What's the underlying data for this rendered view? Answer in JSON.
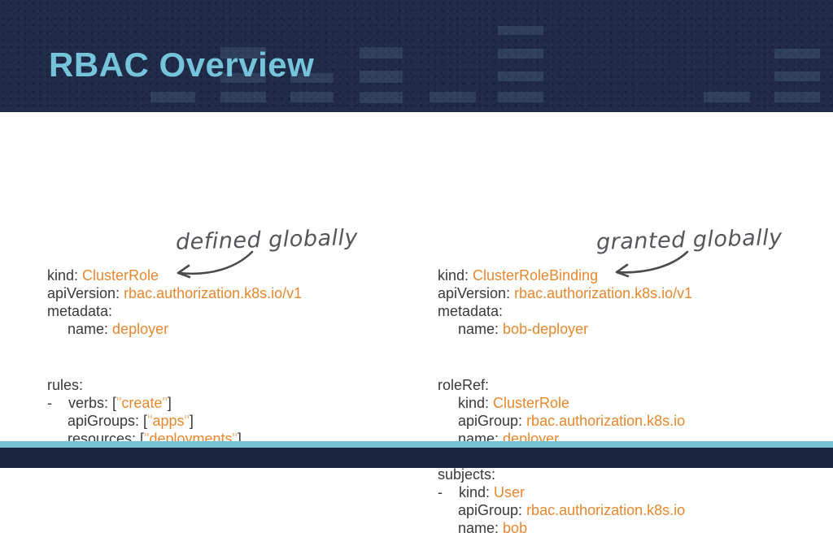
{
  "slide_title": "RBAC Overview",
  "annotations": {
    "left": {
      "label": "defined globally"
    },
    "right": {
      "label": "granted globally"
    }
  },
  "colors": {
    "accent": "#76c4d9",
    "key_text": "#3a3a3c",
    "value_text": "#e8872e",
    "quote_text": "#f2b47c",
    "annotation_text": "#55565a",
    "header_bg": "#1f2b48",
    "footer_bg": "#1b2740",
    "footer_bar": "#79c3d6"
  },
  "code": {
    "left": {
      "blocks": [
        [
          [
            {
              "t": "kind: ",
              "c": "k"
            },
            {
              "t": "ClusterRole",
              "c": "v"
            }
          ],
          [
            {
              "t": "apiVersion: ",
              "c": "k"
            },
            {
              "t": "rbac.authorization.k8s.io/v1",
              "c": "v"
            }
          ],
          [
            {
              "t": "metadata:",
              "c": "k"
            }
          ],
          [
            {
              "t": "     name: ",
              "c": "k"
            },
            {
              "t": "deployer",
              "c": "v"
            }
          ]
        ],
        [
          [
            {
              "t": "rules:",
              "c": "k"
            }
          ],
          [
            {
              "t": "-    verbs: [",
              "c": "k"
            },
            {
              "t": "\"",
              "c": "q"
            },
            {
              "t": "create",
              "c": "v"
            },
            {
              "t": "\"",
              "c": "q"
            },
            {
              "t": "]",
              "c": "k"
            }
          ],
          [
            {
              "t": "     apiGroups: [",
              "c": "k"
            },
            {
              "t": "\"",
              "c": "q"
            },
            {
              "t": "apps",
              "c": "v"
            },
            {
              "t": "\"",
              "c": "q"
            },
            {
              "t": "]",
              "c": "k"
            }
          ],
          [
            {
              "t": "     resources: [",
              "c": "k"
            },
            {
              "t": "\"",
              "c": "q"
            },
            {
              "t": "deployments",
              "c": "v"
            },
            {
              "t": "\"",
              "c": "q"
            },
            {
              "t": "]",
              "c": "k"
            }
          ]
        ]
      ]
    },
    "right": {
      "blocks": [
        [
          [
            {
              "t": "kind: ",
              "c": "k"
            },
            {
              "t": "ClusterRoleBinding",
              "c": "v"
            }
          ],
          [
            {
              "t": "apiVersion: ",
              "c": "k"
            },
            {
              "t": "rbac.authorization.k8s.io/v1",
              "c": "v"
            }
          ],
          [
            {
              "t": "metadata:",
              "c": "k"
            }
          ],
          [
            {
              "t": "     name: ",
              "c": "k"
            },
            {
              "t": "bob-deployer",
              "c": "v"
            }
          ]
        ],
        [
          [
            {
              "t": "roleRef:",
              "c": "k"
            }
          ],
          [
            {
              "t": "     kind: ",
              "c": "k"
            },
            {
              "t": "ClusterRole",
              "c": "v"
            }
          ],
          [
            {
              "t": "     apiGroup: ",
              "c": "k"
            },
            {
              "t": "rbac.authorization.k8s.io",
              "c": "v"
            }
          ],
          [
            {
              "t": "     name: ",
              "c": "k"
            },
            {
              "t": "deployer",
              "c": "v"
            }
          ],
          [],
          [
            {
              "t": "subjects:",
              "c": "k"
            }
          ],
          [
            {
              "t": "-    kind: ",
              "c": "k"
            },
            {
              "t": "User",
              "c": "v"
            }
          ],
          [
            {
              "t": "     apiGroup: ",
              "c": "k"
            },
            {
              "t": "rbac.authorization.k8s.io",
              "c": "v"
            }
          ],
          [
            {
              "t": "     name: ",
              "c": "k"
            },
            {
              "t": "bob",
              "c": "v"
            }
          ]
        ]
      ]
    }
  }
}
